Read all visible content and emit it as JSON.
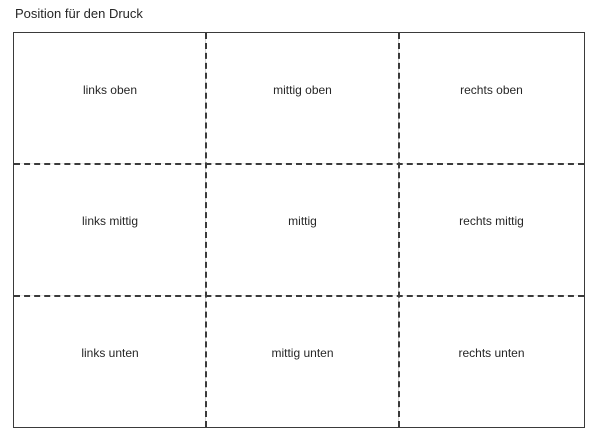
{
  "page": {
    "title": "Position für den Druck",
    "colors": {
      "frame_border": "#3a3a3a",
      "divider": "#3a3a3a",
      "guide": "#d8d8d8",
      "text": "#262626",
      "background": "#ffffff"
    }
  },
  "print_area": {
    "columns": [
      "links",
      "mittig",
      "rechts"
    ],
    "rows": [
      "oben",
      "mittig",
      "unten"
    ],
    "cells": [
      {
        "id": "links-oben",
        "label": "links oben"
      },
      {
        "id": "mittig-oben",
        "label": "mittig oben"
      },
      {
        "id": "rechts-oben",
        "label": "rechts oben"
      },
      {
        "id": "links-mittig",
        "label": "links mittig"
      },
      {
        "id": "mittig",
        "label": "mittig"
      },
      {
        "id": "rechts-mittig",
        "label": "rechts mittig"
      },
      {
        "id": "links-unten",
        "label": "links unten"
      },
      {
        "id": "mittig-unten",
        "label": "mittig unten"
      },
      {
        "id": "rechts-unten",
        "label": "rechts unten"
      }
    ]
  }
}
